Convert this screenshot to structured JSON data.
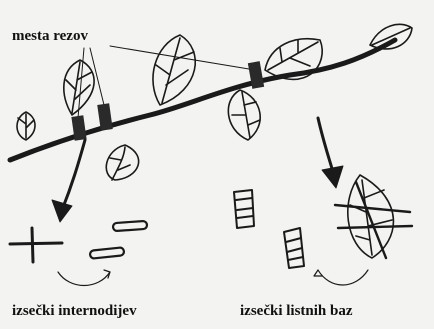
{
  "labels": {
    "cut_sites": "mesta rezov",
    "internode_cuttings": "izsečki internodijev",
    "leaf_base_cuttings": "izsečki listnih baz"
  },
  "colors": {
    "background": "#f3f3f1",
    "ink": "#1a1a1a",
    "cut_marker": "#2a2a2a"
  }
}
